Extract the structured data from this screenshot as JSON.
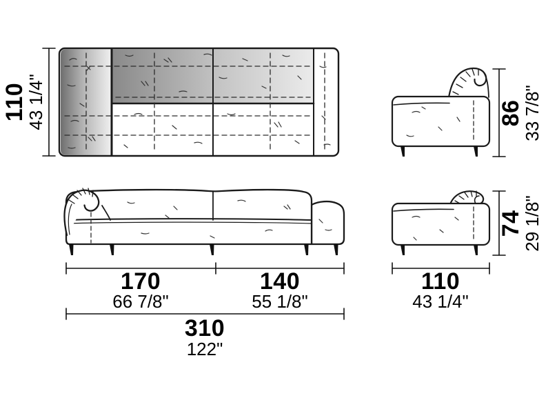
{
  "colors": {
    "line": "#1a1a1a",
    "dashed_line": "#2a2a2a",
    "shade_dark": "#787878",
    "shade_light": "#ececec",
    "background": "#ffffff"
  },
  "dimensions": {
    "depth": {
      "cm": "110",
      "inches": "43 1/4\""
    },
    "back_height": {
      "cm": "86",
      "inches": "33 7/8\""
    },
    "side_height": {
      "cm": "74",
      "inches": "29 1/8\""
    },
    "module_left_width": {
      "cm": "170",
      "inches": "66 7/8\""
    },
    "module_right_width": {
      "cm": "140",
      "inches": "55 1/8\""
    },
    "total_width": {
      "cm": "310",
      "inches": "122\""
    },
    "side_width": {
      "cm": "110",
      "inches": "43 1/4\""
    }
  }
}
